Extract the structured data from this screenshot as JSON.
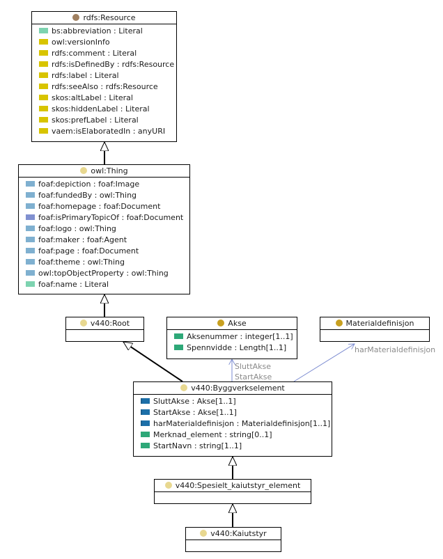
{
  "classes": {
    "resource": {
      "name": "rdfs:Resource",
      "icon": "class-dot-icon",
      "icon_color": "#a08060",
      "attributes": [
        {
          "label": "bs:abbreviation : Literal",
          "color": "#7dd3b0"
        },
        {
          "label": "owl:versionInfo",
          "color": "#d8c400"
        },
        {
          "label": "rdfs:comment : Literal",
          "color": "#d8c400"
        },
        {
          "label": "rdfs:isDefinedBy : rdfs:Resource",
          "color": "#d8c400"
        },
        {
          "label": "rdfs:label : Literal",
          "color": "#d8c400"
        },
        {
          "label": "rdfs:seeAlso : rdfs:Resource",
          "color": "#d8c400"
        },
        {
          "label": "skos:altLabel : Literal",
          "color": "#d8c400"
        },
        {
          "label": "skos:hiddenLabel : Literal",
          "color": "#d8c400"
        },
        {
          "label": "skos:prefLabel : Literal",
          "color": "#d8c400"
        },
        {
          "label": "vaem:isElaboratedIn : anyURI",
          "color": "#d8c400"
        }
      ]
    },
    "thing": {
      "name": "owl:Thing",
      "icon": "class-dot-icon",
      "icon_color": "#e8d890",
      "attributes": [
        {
          "label": "foaf:depiction : foaf:Image",
          "color": "#7fb0d0"
        },
        {
          "label": "foaf:fundedBy : owl:Thing",
          "color": "#7fb0d0"
        },
        {
          "label": "foaf:homepage : foaf:Document",
          "color": "#7fb0d0"
        },
        {
          "label": "foaf:isPrimaryTopicOf : foaf:Document",
          "color": "#8090d0"
        },
        {
          "label": "foaf:logo : owl:Thing",
          "color": "#7fb0d0"
        },
        {
          "label": "foaf:maker : foaf:Agent",
          "color": "#7fb0d0"
        },
        {
          "label": "foaf:page : foaf:Document",
          "color": "#7fb0d0"
        },
        {
          "label": "foaf:theme : owl:Thing",
          "color": "#7fb0d0"
        },
        {
          "label": "owl:topObjectProperty : owl:Thing",
          "color": "#7fb0d0"
        },
        {
          "label": "foaf:name : Literal",
          "color": "#7dd3b0"
        }
      ]
    },
    "root": {
      "name": "v440:Root",
      "icon": "class-dot-icon",
      "icon_color": "#e8d890",
      "attributes": []
    },
    "akse": {
      "name": "Akse",
      "icon": "class-dot-icon",
      "icon_color": "#c8a020",
      "attributes": [
        {
          "label": "Aksenummer : integer[1..1]",
          "color": "#2ea878"
        },
        {
          "label": "Spennvidde : Length[1..1]",
          "color": "#2ea878"
        }
      ]
    },
    "materialdefinisjon": {
      "name": "Materialdefinisjon",
      "icon": "class-dot-icon",
      "icon_color": "#c8a020",
      "attributes": []
    },
    "byggverkselement": {
      "name": "v440:Byggverkselement",
      "icon": "class-dot-icon",
      "icon_color": "#e8d890",
      "attributes": [
        {
          "label": "SluttAkse : Akse[1..1]",
          "color": "#1c6fa8",
          "kind": "obj"
        },
        {
          "label": "StartAkse : Akse[1..1]",
          "color": "#1c6fa8",
          "kind": "obj"
        },
        {
          "label": "harMaterialdefinisjon : Materialdefinisjon[1..1]",
          "color": "#1c6fa8",
          "kind": "obj"
        },
        {
          "label": "Merknad_element : string[0..1]",
          "color": "#2ea878"
        },
        {
          "label": "StartNavn : string[1..1]",
          "color": "#2ea878"
        }
      ]
    },
    "spesielt": {
      "name": "v440:Spesielt_kaiutstyr_element",
      "icon": "class-dot-icon",
      "icon_color": "#e8d890",
      "attributes": []
    },
    "kaiutstyr": {
      "name": "v440:Kaiutstyr",
      "icon": "class-dot-icon",
      "icon_color": "#e8d890",
      "attributes": []
    }
  },
  "edge_labels": {
    "sluttakse": "SluttAkse",
    "startakse": "StartAkse",
    "harmaterialdefinisjon": "harMaterialdefinisjon"
  }
}
